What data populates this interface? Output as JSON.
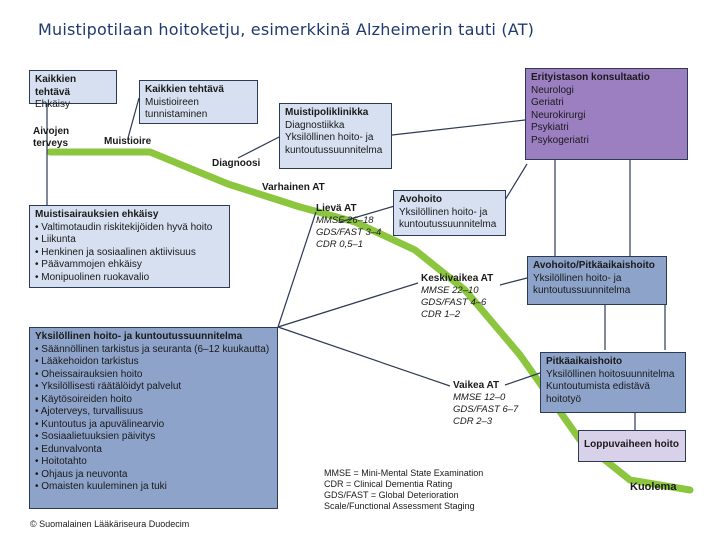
{
  "title": "Muistipotilaan hoitoketju, esimerkkinä Alzheimerin tauti (AT)",
  "boxes": {
    "kaikkien1": {
      "heading": "Kaikkien tehtävä",
      "lines": [
        "Ehkäisy"
      ]
    },
    "kaikkien2": {
      "heading": "Kaikkien tehtävä",
      "lines": [
        "Muistioireen",
        "tunnistaminen"
      ]
    },
    "muistipoli": {
      "heading": "Muistipoliklinikka",
      "lines": [
        "Diagnostiikka",
        "Yksilöllinen hoito- ja",
        "kuntoutussuunnitelma"
      ]
    },
    "erityis": {
      "heading": "Erityistason konsultaatio",
      "lines": [
        "Neurologi",
        "Geriatri",
        "Neurokirurgi",
        "Psykiatri",
        "Psykogeriatri"
      ]
    },
    "ehkaisy": {
      "heading": "Muistisairauksien ehkäisy",
      "items": [
        "Valtimotaudin riskitekijöiden hyvä hoito",
        "Liikunta",
        "Henkinen ja sosiaalinen aktiivisuus",
        "Päävammojen ehkäisy",
        "Monipuolinen ruokavalio"
      ]
    },
    "avohoito": {
      "heading": "Avohoito",
      "lines": [
        "Yksilöllinen hoito- ja",
        "kuntoutussuunnitelma"
      ]
    },
    "avopitka": {
      "heading": "Avohoito/Pitkäaikaishoito",
      "lines": [
        "Yksilöllinen hoito- ja",
        "kuntoutussuunnitelma"
      ]
    },
    "yksilo": {
      "heading": "Yksilöllinen hoito- ja  kuntoutussuunnitelma",
      "items": [
        "Säännöllinen tarkistus ja seuranta (6–12 kuukautta)",
        "Lääkehoidon tarkistus",
        "Oheissairauksien hoito",
        "Yksilöllisesti räätälöidyt palvelut",
        "Käytösoireiden hoito",
        "Ajoterveys, turvallisuus",
        "Kuntoutus ja apuvälinearvio",
        "Sosiaalietuuksien päivitys",
        "Edunvalvonta",
        "Hoitotahto",
        "Ohjaus ja neuvonta",
        "Omaisten kuuleminen ja tuki"
      ]
    },
    "pitka": {
      "heading": "Pitkäaikaishoito",
      "lines": [
        "Yksilöllinen hoitosuunnitelma",
        "Kuntoutumista edistävä",
        "hoitotyö"
      ]
    },
    "loppu": {
      "heading": "Loppuvaiheen hoito"
    }
  },
  "path_labels": {
    "aivojen": "Aivojen",
    "terveys": "terveys",
    "muistioire": "Muistioire",
    "diagnoosi": "Diagnoosi",
    "varhainen": "Varhainen AT",
    "kuolema": "Kuolema"
  },
  "stages": {
    "lieva": {
      "name": "Lievä AT",
      "mmse": "MMSE 26–18",
      "gds": "GDS/FAST 3–4",
      "cdr": "CDR 0,5–1"
    },
    "keski": {
      "name": "Keskivaikea AT",
      "mmse": "MMSE 22–10",
      "gds": "GDS/FAST 4–6",
      "cdr": "CDR 1–2"
    },
    "vaikea": {
      "name": "Vaikea AT",
      "mmse": "MMSE 12–0",
      "gds": "GDS/FAST 6–7",
      "cdr": "CDR 2–3"
    }
  },
  "legend": [
    "MMSE = Mini-Mental State Examination",
    "CDR = Clinical Dementia Rating",
    "GDS/FAST = Global Deterioration",
    "Scale/Functional Assessment Staging"
  ],
  "copyright": "© Suomalainen Lääkäriseura Duodecim",
  "colors": {
    "path": "#8cc63f",
    "light_box": "#d6e0f0",
    "blue_box": "#8da3c9",
    "purple_box": "#9b7fc1",
    "lilac_box": "#d9d0ea"
  }
}
